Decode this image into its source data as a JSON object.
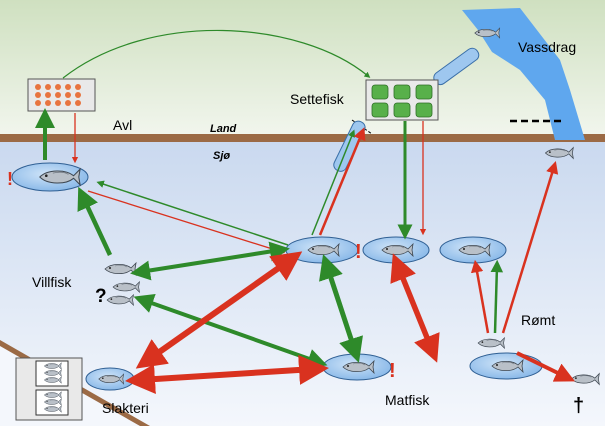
{
  "labels": {
    "avl": "Avl",
    "land": "Land",
    "sjo": "Sjø",
    "settefisk": "Settefisk",
    "vassdrag": "Vassdrag",
    "villfisk": "Villfisk",
    "slakteri": "Slakteri",
    "matfisk": "Matfisk",
    "romt": "Rømt"
  },
  "marks": {
    "exclaim": "!",
    "question": "?",
    "dagger": "†"
  },
  "colors": {
    "sky": "#eef3e8",
    "sea": "#dfe9f7",
    "ground": "#9b6a45",
    "water": "#5fa7ee",
    "ellipse": "#9ec7ef",
    "green_arrow": "#2e8a2a",
    "red_arrow": "#d9321f",
    "tank": "#58b04a",
    "egg": "#e8733f"
  }
}
